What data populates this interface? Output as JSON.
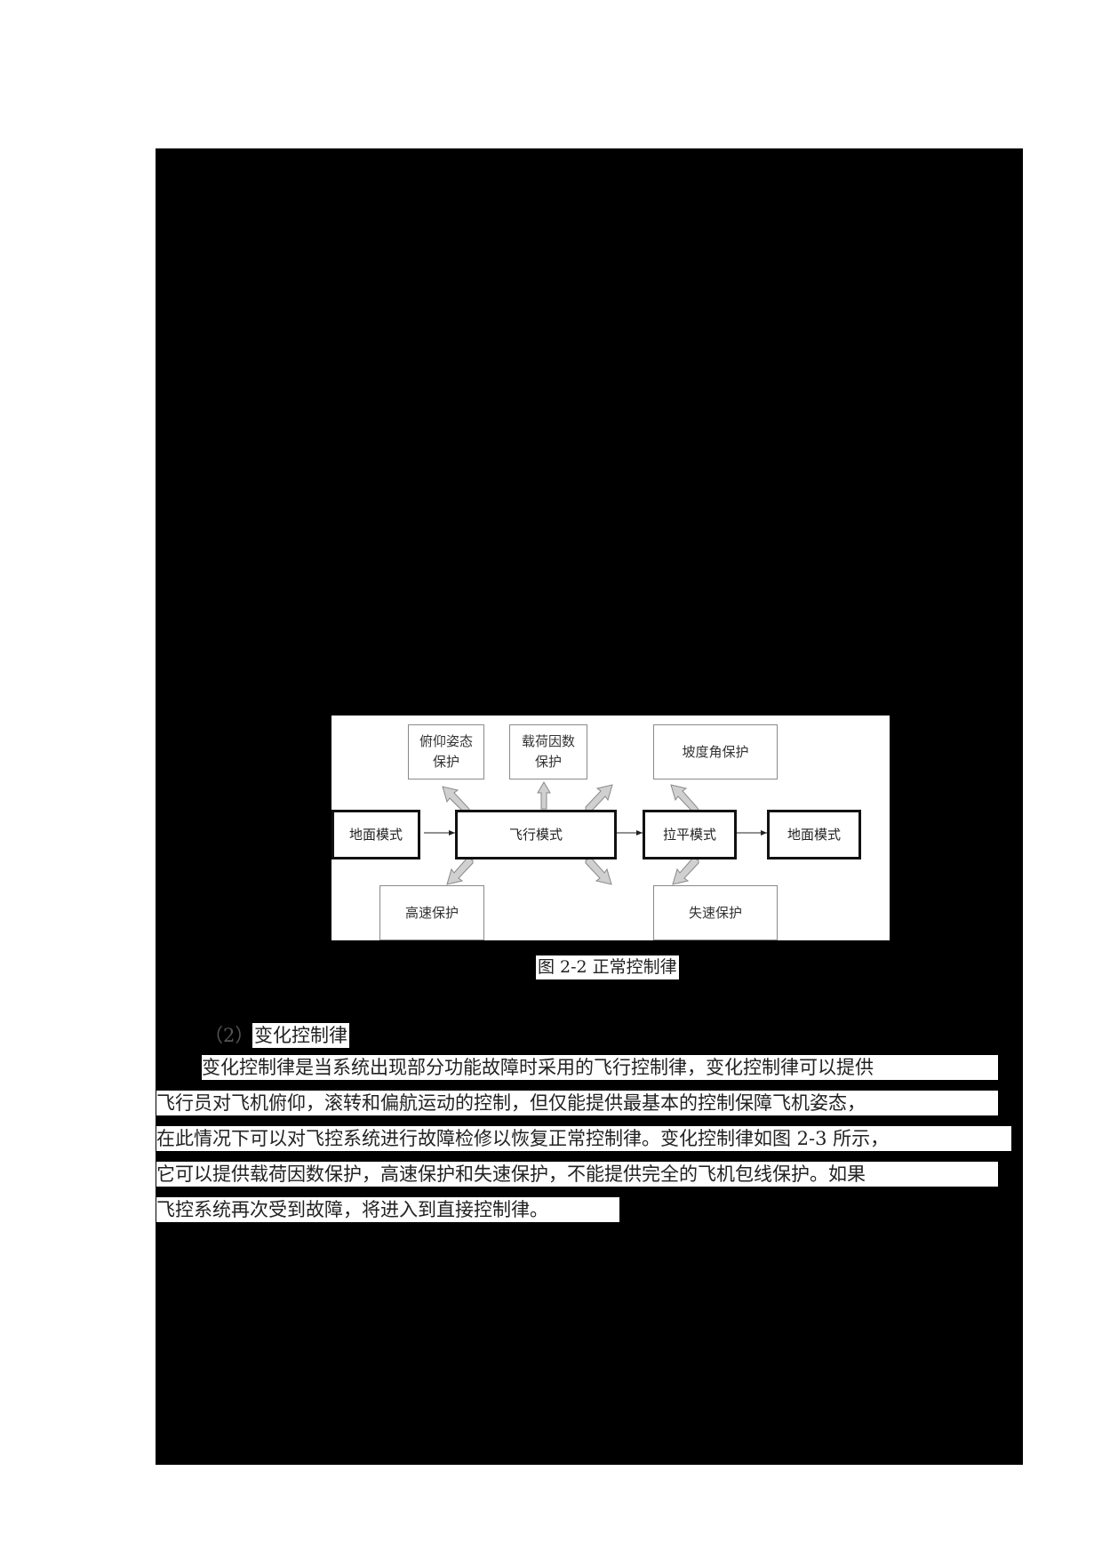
{
  "figure": {
    "caption": "图 2-2 正常控制律",
    "nodes": {
      "ground_mode_left": "地面模式",
      "flight_mode": "飞行模式",
      "flare_mode": "拉平模式",
      "ground_mode_right": "地面模式",
      "pitch_attitude_protection": "俯仰姿态\n保护",
      "load_factor_protection": "载荷因数\n保护",
      "bank_angle_protection": "坡度角保护",
      "high_speed_protection": "高速保护",
      "stall_protection": "失速保护"
    }
  },
  "section": {
    "number": "（2）",
    "title": "变化控制律",
    "lines": [
      "变化控制律是当系统出现部分功能故障时采用的飞行控制律，变化控制律可以提供",
      "飞行员对飞机俯仰，滚转和偏航运动的控制，但仅能提供最基本的控制保障飞机姿态，",
      "在此情况下可以对飞控系统进行故障检修以恢复正常控制律。变化控制律如图 2-3 所示，",
      "它可以提供载荷因数保护，高速保护和失速保护，不能提供完全的飞机包线保护。如果",
      "飞控系统再次受到故障，将进入到直接控制律。"
    ]
  }
}
